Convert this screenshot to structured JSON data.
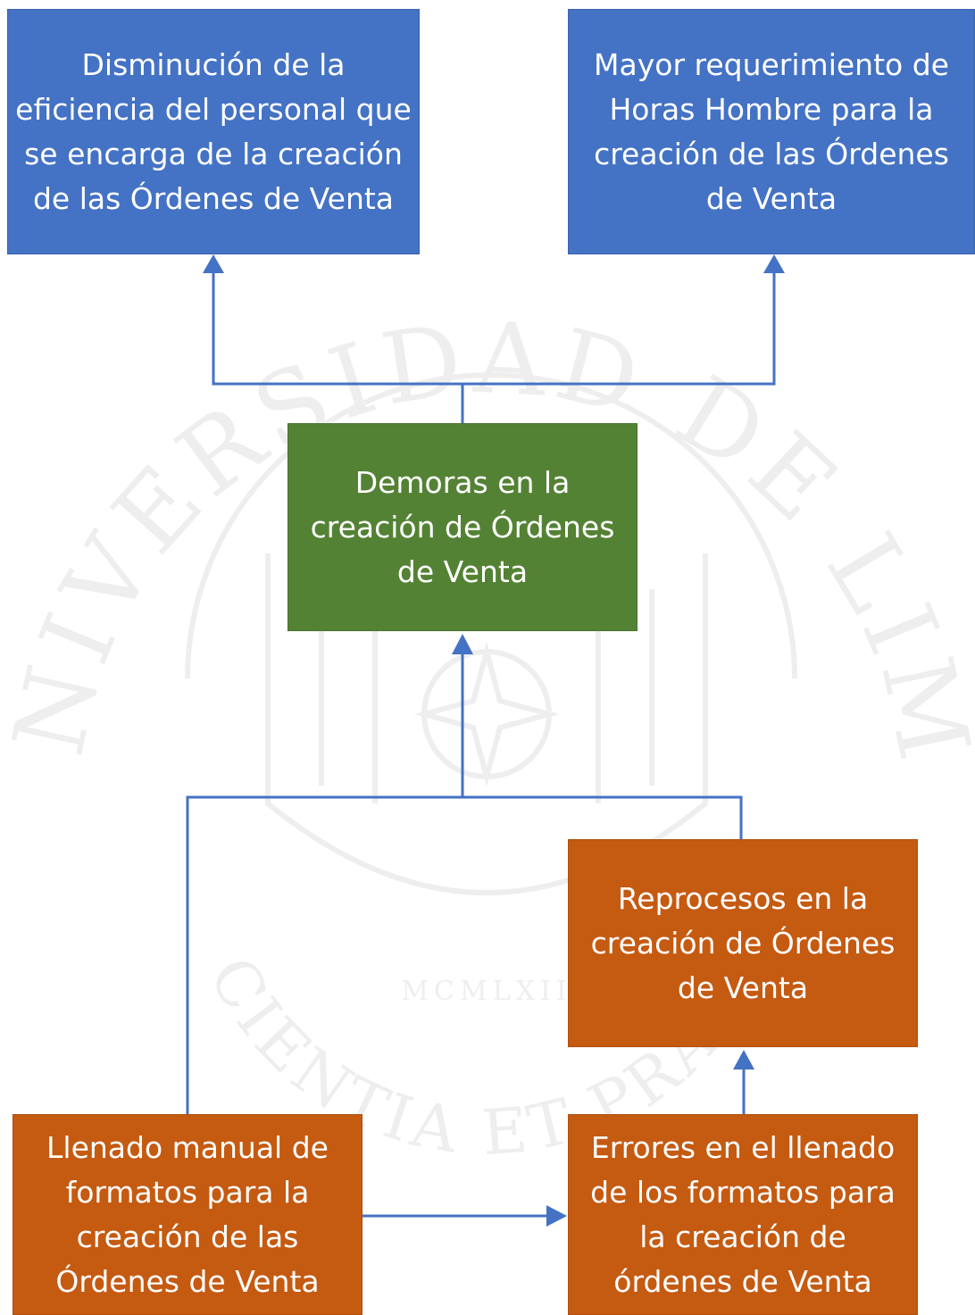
{
  "colors": {
    "effect": "#4472c4",
    "problem": "#548235",
    "cause": "#c55a11",
    "connector": "#4472c4",
    "watermark": "#eeeeee"
  },
  "watermark": {
    "ring_text": "UNIVERSIDAD DE LIMA",
    "bottom_text": "SCIENTIA ET PRAXIS",
    "year_text": "MCMLXII"
  },
  "diagram": {
    "effects": [
      {
        "text": "Disminución de la eficiencia del personal que se encarga de la creación de las Órdenes de Venta"
      },
      {
        "text": "Mayor requerimiento de Horas Hombre para la creación de las Órdenes de Venta"
      }
    ],
    "problem": {
      "text": "Demoras en la creación de Órdenes de Venta"
    },
    "causes": [
      {
        "text": "Reprocesos en la creación de Órdenes de Venta"
      },
      {
        "text": "Llenado manual de formatos para la creación de las Órdenes de Venta"
      },
      {
        "text": "Errores en el llenado de los formatos para la creación de órdenes de Venta"
      }
    ]
  }
}
